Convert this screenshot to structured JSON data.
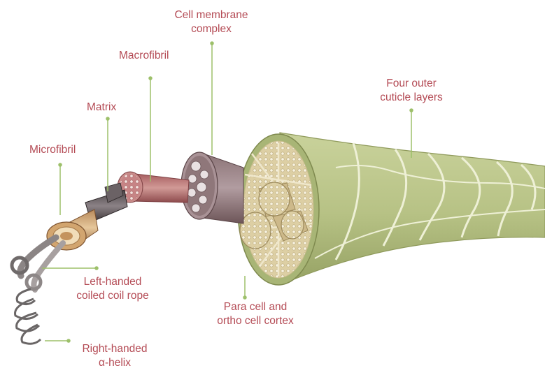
{
  "diagram": {
    "leader_color": "#9dc06a",
    "label_color": "#b44b55",
    "labels": {
      "cell_membrane": [
        "Cell membrane",
        "complex"
      ],
      "macrofibril": [
        "Macrofibril"
      ],
      "matrix": [
        "Matrix"
      ],
      "microfibril": [
        "Microfibril"
      ],
      "outer_cuticle": [
        "Four outer",
        "cuticle layers"
      ],
      "left_handed": [
        "Left-handed",
        "coiled coil rope"
      ],
      "para_ortho": [
        "Para cell and",
        "ortho cell cortex"
      ],
      "right_handed": [
        "Right-handed",
        "α-helix"
      ]
    }
  }
}
